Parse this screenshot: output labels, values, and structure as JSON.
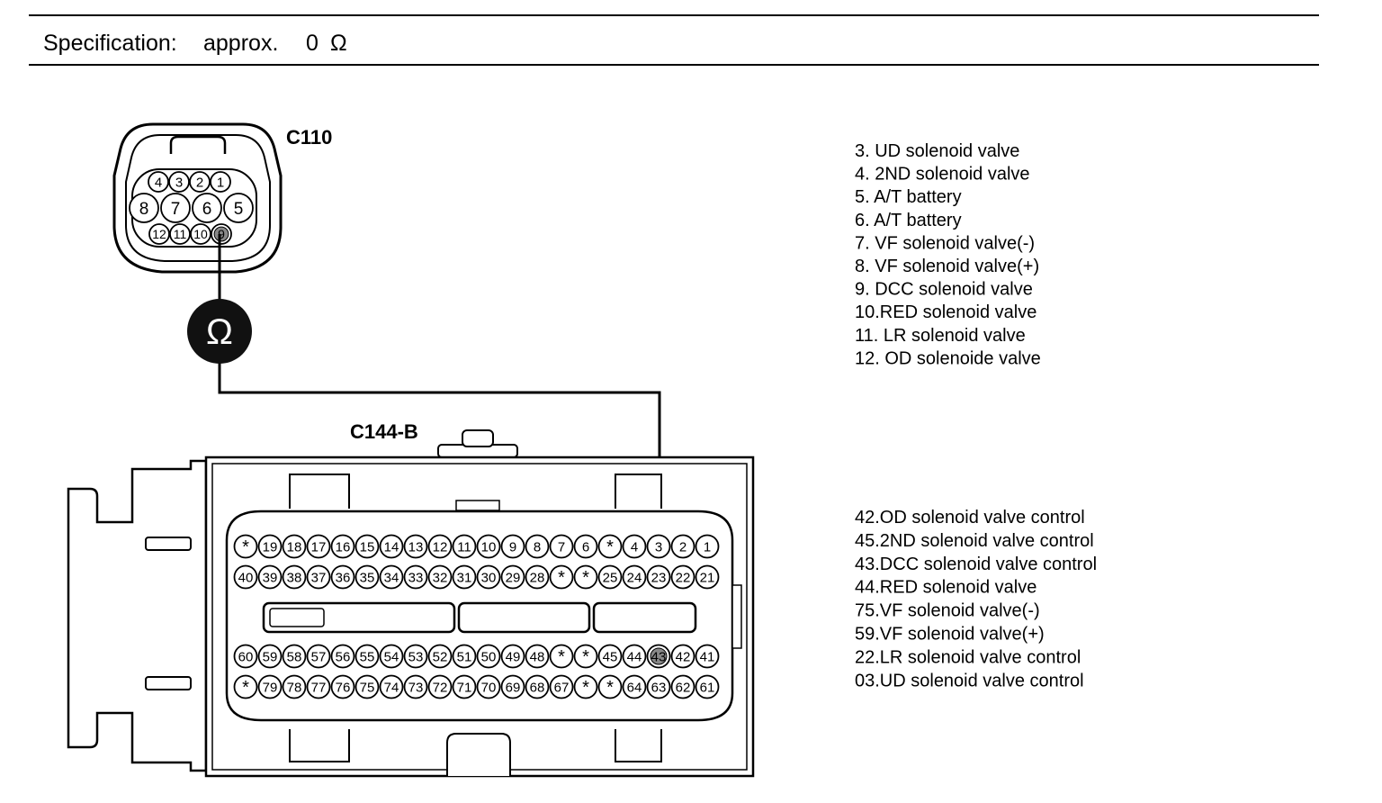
{
  "spec": {
    "label": "Specification:",
    "qualifier": "approx.",
    "value": "0",
    "unit": "Ω"
  },
  "meter": {
    "symbol": "Ω"
  },
  "c110": {
    "title": "C110",
    "pins_top": [
      "4",
      "3",
      "2",
      "1"
    ],
    "pins_middle": [
      "8",
      "7",
      "6",
      "5"
    ],
    "pins_bottom": [
      "12",
      "11",
      "10",
      "9"
    ],
    "probed_pin": "9"
  },
  "c144b": {
    "title": "C144-B",
    "row1": [
      "*",
      "19",
      "18",
      "17",
      "16",
      "15",
      "14",
      "13",
      "12",
      "11",
      "10",
      "9",
      "8",
      "7",
      "6",
      "*",
      "4",
      "3",
      "2",
      "1"
    ],
    "row2": [
      "40",
      "39",
      "38",
      "37",
      "36",
      "35",
      "34",
      "33",
      "32",
      "31",
      "30",
      "29",
      "28",
      "*",
      "*",
      "25",
      "24",
      "23",
      "22",
      "21"
    ],
    "row3": [
      "60",
      "59",
      "58",
      "57",
      "56",
      "55",
      "54",
      "53",
      "52",
      "51",
      "50",
      "49",
      "48",
      "*",
      "*",
      "45",
      "44",
      "43",
      "42",
      "41"
    ],
    "row4": [
      "*",
      "79",
      "78",
      "77",
      "76",
      "75",
      "74",
      "73",
      "72",
      "71",
      "70",
      "69",
      "68",
      "67",
      "*",
      "*",
      "64",
      "63",
      "62",
      "61"
    ],
    "probed_pin": "43"
  },
  "legend_c110": [
    "3. UD solenoid valve",
    "4. 2ND solenoid valve",
    "5. A/T battery",
    "6. A/T battery",
    "7. VF solenoid valve(-)",
    "8. VF solenoid valve(+)",
    "9. DCC solenoid valve",
    "10.RED solenoid valve",
    "11. LR solenoid valve",
    "12. OD solenoide valve"
  ],
  "legend_c144b": [
    "42.OD solenoid valve control",
    "45.2ND solenoid valve control",
    "43.DCC solenoid valve control",
    "44.RED solenoid valve",
    "75.VF solenoid valve(-)",
    "59.VF solenoid valve(+)",
    "22.LR solenoid valve control",
    "03.UD solenoid valve control"
  ]
}
